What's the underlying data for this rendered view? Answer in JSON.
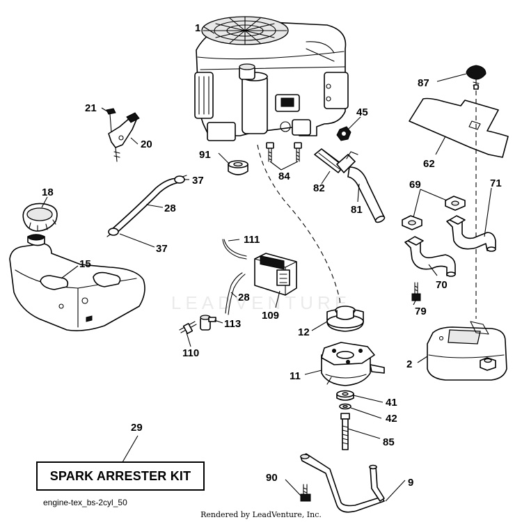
{
  "callouts": {
    "c1": "1",
    "c2": "2",
    "c9": "9",
    "c11": "11",
    "c12": "12",
    "c15": "15",
    "c18": "18",
    "c20": "20",
    "c21": "21",
    "c28a": "28",
    "c28b": "28",
    "c29": "29",
    "c37a": "37",
    "c37b": "37",
    "c41": "41",
    "c42": "42",
    "c45": "45",
    "c62": "62",
    "c69": "69",
    "c70": "70",
    "c71": "71",
    "c79": "79",
    "c81": "81",
    "c82": "82",
    "c84": "84",
    "c85": "85",
    "c87": "87",
    "c90": "90",
    "c91": "91",
    "c109": "109",
    "c110": "110",
    "c111": "111",
    "c113": "113"
  },
  "kit_label": "SPARK ARRESTER KIT",
  "diagram_id": "engine-tex_bs-2cyl_50",
  "rendered_by": "Rendered by LeadVenture, Inc.",
  "watermark": "LEADVENTURE",
  "colors": {
    "line": "#000000",
    "background": "#ffffff"
  }
}
